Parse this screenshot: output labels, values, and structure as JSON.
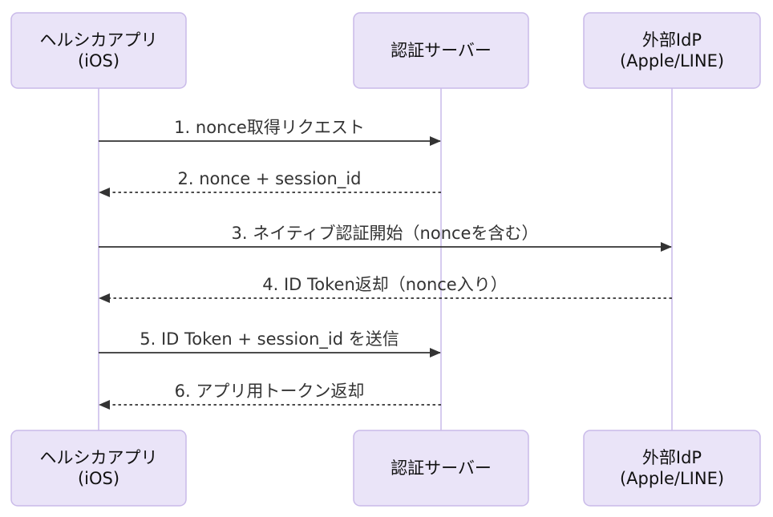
{
  "diagram": {
    "type": "sequence",
    "colors": {
      "background": "#ffffff",
      "actor_fill": "#EAE4F8",
      "actor_border": "#C9BAE9",
      "lifeline": "#D6CBEF",
      "arrow": "#333333",
      "message_text": "#333333",
      "actor_text": "#111111"
    },
    "actors": [
      {
        "id": "app",
        "line1": "ヘルシカアプリ",
        "line2": "(iOS)"
      },
      {
        "id": "auth",
        "line1": "認証サーバー",
        "line2": ""
      },
      {
        "id": "idp",
        "line1": "外部IdP",
        "line2": "(Apple/LINE)"
      }
    ],
    "messages": [
      {
        "seq": 1,
        "label": "1. nonce取得リクエスト",
        "from": "app",
        "to": "auth",
        "line": "solid"
      },
      {
        "seq": 2,
        "label": "2. nonce + session_id",
        "from": "auth",
        "to": "app",
        "line": "dashed"
      },
      {
        "seq": 3,
        "label": "3. ネイティブ認証開始（nonceを含む）",
        "from": "app",
        "to": "idp",
        "line": "solid"
      },
      {
        "seq": 4,
        "label": "4. ID Token返却（nonce入り）",
        "from": "idp",
        "to": "app",
        "line": "dashed"
      },
      {
        "seq": 5,
        "label": "5. ID Token + session_id を送信",
        "from": "app",
        "to": "auth",
        "line": "solid"
      },
      {
        "seq": 6,
        "label": "6. アプリ用トークン返却",
        "from": "auth",
        "to": "app",
        "line": "dashed"
      }
    ]
  }
}
